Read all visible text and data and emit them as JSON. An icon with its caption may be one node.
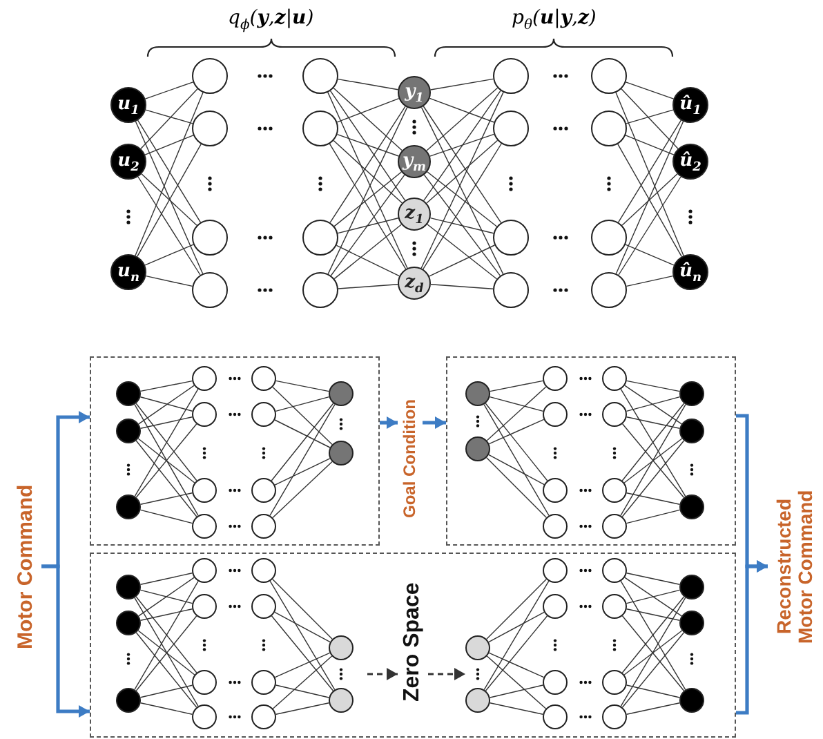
{
  "diagram": {
    "nodes": [
      {
        "text": [
          "u$_{1}$"
        ]
      },
      {
        "text": [
          "u$_{2}$"
        ]
      },
      {
        "text": [
          "u$_{n}$"
        ]
      },
      {
        "text": [],
        "shape": "circle"
      },
      {
        "text": [],
        "shape": "circle"
      },
      {
        "text": [],
        "shape": "circle"
      },
      {
        "text": [],
        "shape": "circle"
      },
      {
        "text": [],
        "shape": "circle"
      },
      {
        "text": [],
        "shape": "circle"
      },
      {
        "text": [],
        "shape": "circle"
      },
      {
        "text": [],
        "shape": "circle"
      },
      {
        "text": [
          "y$_{1}$"
        ]
      },
      {
        "text": [
          "y$_{m}$"
        ]
      },
      {
        "text": [
          "z$_{1}$"
        ]
      },
      {
        "text": [
          "z$_{d}$"
        ]
      },
      {
        "text": [],
        "shape": "circle"
      },
      {
        "text": [],
        "shape": "circle"
      },
      {
        "text": [],
        "shape": "circle"
      },
      {
        "text": [],
        "shape": "circle"
      },
      {
        "text": [],
        "shape": "circle"
      },
      {
        "text": [],
        "shape": "circle"
      },
      {
        "text": [],
        "shape": "circle"
      },
      {
        "text": [],
        "shape": "circle"
      },
      {
        "text": [
          "û$_{1}$"
        ]
      },
      {
        "text": [
          "û$_{2}$"
        ]
      },
      {
        "text": [
          "û$_{n}$"
        ]
      },
      {
        "text": [
          "Motor Command"
        ]
      },
      {
        "text": [],
        "shape": "box"
      },
      {
        "text": [],
        "shape": "circle",
        "in": 27
      },
      {
        "text": [],
        "shape": "circle",
        "in": 27
      },
      {
        "text": [],
        "shape": "circle",
        "in": 27
      },
      {
        "text": [],
        "shape": "circle",
        "in": 27
      },
      {
        "text": [],
        "shape": "circle",
        "in": 27
      },
      {
        "text": [],
        "shape": "circle",
        "in": 27
      },
      {
        "text": [],
        "shape": "circle",
        "in": 27
      },
      {
        "text": [],
        "shape": "circle",
        "in": 27
      },
      {
        "text": [],
        "shape": "circle",
        "in": 27
      },
      {
        "text": [],
        "shape": "circle",
        "in": 27
      },
      {
        "text": [],
        "shape": "circle",
        "in": 27
      },
      {
        "text": [],
        "shape": "circle",
        "in": 27
      },
      {
        "text": [],
        "shape": "circle",
        "in": 27
      },
      {
        "text": [
          "Goal Condition"
        ]
      },
      {
        "text": [],
        "shape": "box"
      },
      {
        "text": [],
        "shape": "circle",
        "in": 42
      },
      {
        "text": [],
        "shape": "circle",
        "in": 42
      },
      {
        "text": [],
        "shape": "circle",
        "in": 42
      },
      {
        "text": [],
        "shape": "circle",
        "in": 42
      },
      {
        "text": [],
        "shape": "circle",
        "in": 42
      },
      {
        "text": [],
        "shape": "circle",
        "in": 42
      },
      {
        "text": [],
        "shape": "circle",
        "in": 42
      },
      {
        "text": [],
        "shape": "circle",
        "in": 42
      },
      {
        "text": [],
        "shape": "circle",
        "in": 42
      },
      {
        "text": [],
        "shape": "circle",
        "in": 42
      },
      {
        "text": [],
        "shape": "circle",
        "in": 42
      },
      {
        "text": [],
        "shape": "circle",
        "in": 42
      },
      {
        "text": [],
        "shape": "circle",
        "in": 42
      },
      {
        "text": [],
        "shape": "box"
      },
      {
        "text": [],
        "shape": "circle",
        "in": 56
      },
      {
        "text": [],
        "shape": "circle",
        "in": 56
      },
      {
        "text": [],
        "shape": "circle",
        "in": 56
      },
      {
        "text": [],
        "shape": "circle",
        "in": 56
      },
      {
        "text": [],
        "shape": "circle",
        "in": 56
      },
      {
        "text": [],
        "shape": "circle",
        "in": 56
      },
      {
        "text": [],
        "shape": "circle",
        "in": 56
      },
      {
        "text": [],
        "shape": "circle",
        "in": 56
      },
      {
        "text": [],
        "shape": "circle",
        "in": 56
      },
      {
        "text": [],
        "shape": "circle",
        "in": 56
      },
      {
        "text": [],
        "shape": "circle",
        "in": 56
      },
      {
        "text": [],
        "shape": "circle",
        "in": 56
      },
      {
        "text": [],
        "shape": "circle",
        "in": 56
      },
      {
        "text": [
          "Zero Space"
        ],
        "in": 56
      },
      {
        "text": [],
        "shape": "circle",
        "in": 56
      },
      {
        "text": [],
        "shape": "circle",
        "in": 56
      },
      {
        "text": [],
        "shape": "circle",
        "in": 56
      },
      {
        "text": [],
        "shape": "circle",
        "in": 56
      },
      {
        "text": [],
        "shape": "circle",
        "in": 56
      },
      {
        "text": [],
        "shape": "circle",
        "in": 56
      },
      {
        "text": [],
        "shape": "circle",
        "in": 56
      },
      {
        "text": [],
        "shape": "circle",
        "in": 56
      },
      {
        "text": [],
        "shape": "circle",
        "in": 56
      },
      {
        "text": [],
        "shape": "circle",
        "in": 56
      },
      {
        "text": [],
        "shape": "circle",
        "in": 56
      },
      {
        "text": [],
        "shape": "circle",
        "in": 56
      },
      {
        "text": [],
        "shape": "circle",
        "in": 56
      },
      {
        "text": [
          "Reconstructed Motor Command"
        ]
      }
    ],
    "edges": [
      {
        "from": 0,
        "to": 3,
        "arrow": "none"
      },
      {
        "from": 0,
        "to": 4,
        "arrow": "none"
      },
      {
        "from": 0,
        "to": 5,
        "arrow": "none"
      },
      {
        "from": 0,
        "to": 6,
        "arrow": "none"
      },
      {
        "from": 1,
        "to": 3,
        "arrow": "none"
      },
      {
        "from": 1,
        "to": 4,
        "arrow": "none"
      },
      {
        "from": 1,
        "to": 5,
        "arrow": "none"
      },
      {
        "from": 1,
        "to": 6,
        "arrow": "none"
      },
      {
        "from": 2,
        "to": 3,
        "arrow": "none"
      },
      {
        "from": 2,
        "to": 4,
        "arrow": "none"
      },
      {
        "from": 2,
        "to": 5,
        "arrow": "none"
      },
      {
        "from": 2,
        "to": 6,
        "arrow": "none"
      },
      {
        "from": 7,
        "to": 11,
        "arrow": "none"
      },
      {
        "from": 7,
        "to": 12,
        "arrow": "none"
      },
      {
        "from": 7,
        "to": 13,
        "arrow": "none"
      },
      {
        "from": 7,
        "to": 14,
        "arrow": "none"
      },
      {
        "from": 8,
        "to": 11,
        "arrow": "none"
      },
      {
        "from": 8,
        "to": 12,
        "arrow": "none"
      },
      {
        "from": 8,
        "to": 13,
        "arrow": "none"
      },
      {
        "from": 8,
        "to": 14,
        "arrow": "none"
      },
      {
        "from": 9,
        "to": 11,
        "arrow": "none"
      },
      {
        "from": 9,
        "to": 12,
        "arrow": "none"
      },
      {
        "from": 9,
        "to": 13,
        "arrow": "none"
      },
      {
        "from": 9,
        "to": 14,
        "arrow": "none"
      },
      {
        "from": 10,
        "to": 11,
        "arrow": "none"
      },
      {
        "from": 10,
        "to": 12,
        "arrow": "none"
      },
      {
        "from": 10,
        "to": 13,
        "arrow": "none"
      },
      {
        "from": 10,
        "to": 14,
        "arrow": "none"
      },
      {
        "from": 11,
        "to": 15,
        "arrow": "none"
      },
      {
        "from": 11,
        "to": 16,
        "arrow": "none"
      },
      {
        "from": 11,
        "to": 17,
        "arrow": "none"
      },
      {
        "from": 11,
        "to": 18,
        "arrow": "none"
      },
      {
        "from": 12,
        "to": 15,
        "arrow": "none"
      },
      {
        "from": 12,
        "to": 16,
        "arrow": "none"
      },
      {
        "from": 12,
        "to": 17,
        "arrow": "none"
      },
      {
        "from": 12,
        "to": 18,
        "arrow": "none"
      },
      {
        "from": 13,
        "to": 15,
        "arrow": "none"
      },
      {
        "from": 13,
        "to": 16,
        "arrow": "none"
      },
      {
        "from": 13,
        "to": 17,
        "arrow": "none"
      },
      {
        "from": 13,
        "to": 18,
        "arrow": "none"
      },
      {
        "from": 14,
        "to": 15,
        "arrow": "none"
      },
      {
        "from": 14,
        "to": 16,
        "arrow": "none"
      },
      {
        "from": 14,
        "to": 17,
        "arrow": "none"
      },
      {
        "from": 14,
        "to": 18,
        "arrow": "none"
      },
      {
        "from": 19,
        "to": 23,
        "arrow": "none"
      },
      {
        "from": 19,
        "to": 24,
        "arrow": "none"
      },
      {
        "from": 19,
        "to": 25,
        "arrow": "none"
      },
      {
        "from": 20,
        "to": 23,
        "arrow": "none"
      },
      {
        "from": 20,
        "to": 24,
        "arrow": "none"
      },
      {
        "from": 20,
        "to": 25,
        "arrow": "none"
      },
      {
        "from": 21,
        "to": 23,
        "arrow": "none"
      },
      {
        "from": 21,
        "to": 24,
        "arrow": "none"
      },
      {
        "from": 21,
        "to": 25,
        "arrow": "none"
      },
      {
        "from": 22,
        "to": 23,
        "arrow": "none"
      },
      {
        "from": 22,
        "to": 24,
        "arrow": "none"
      },
      {
        "from": 22,
        "to": 25,
        "arrow": "none"
      },
      {
        "from": 28,
        "to": 31,
        "arrow": "none"
      },
      {
        "from": 28,
        "to": 32,
        "arrow": "none"
      },
      {
        "from": 28,
        "to": 33,
        "arrow": "none"
      },
      {
        "from": 28,
        "to": 34,
        "arrow": "none"
      },
      {
        "from": 29,
        "to": 31,
        "arrow": "none"
      },
      {
        "from": 29,
        "to": 32,
        "arrow": "none"
      },
      {
        "from": 29,
        "to": 33,
        "arrow": "none"
      },
      {
        "from": 29,
        "to": 34,
        "arrow": "none"
      },
      {
        "from": 30,
        "to": 31,
        "arrow": "none"
      },
      {
        "from": 30,
        "to": 32,
        "arrow": "none"
      },
      {
        "from": 30,
        "to": 33,
        "arrow": "none"
      },
      {
        "from": 30,
        "to": 34,
        "arrow": "none"
      },
      {
        "from": 35,
        "to": 39,
        "arrow": "none"
      },
      {
        "from": 35,
        "to": 40,
        "arrow": "none"
      },
      {
        "from": 36,
        "to": 39,
        "arrow": "none"
      },
      {
        "from": 36,
        "to": 40,
        "arrow": "none"
      },
      {
        "from": 37,
        "to": 39,
        "arrow": "none"
      },
      {
        "from": 37,
        "to": 40,
        "arrow": "none"
      },
      {
        "from": 38,
        "to": 39,
        "arrow": "none"
      },
      {
        "from": 38,
        "to": 40,
        "arrow": "none"
      },
      {
        "from": 43,
        "to": 45,
        "arrow": "none"
      },
      {
        "from": 43,
        "to": 46,
        "arrow": "none"
      },
      {
        "from": 43,
        "to": 47,
        "arrow": "none"
      },
      {
        "from": 43,
        "to": 48,
        "arrow": "none"
      },
      {
        "from": 44,
        "to": 45,
        "arrow": "none"
      },
      {
        "from": 44,
        "to": 46,
        "arrow": "none"
      },
      {
        "from": 44,
        "to": 47,
        "arrow": "none"
      },
      {
        "from": 44,
        "to": 48,
        "arrow": "none"
      },
      {
        "from": 49,
        "to": 53,
        "arrow": "none"
      },
      {
        "from": 49,
        "to": 54,
        "arrow": "none"
      },
      {
        "from": 49,
        "to": 55,
        "arrow": "none"
      },
      {
        "from": 50,
        "to": 53,
        "arrow": "none"
      },
      {
        "from": 50,
        "to": 54,
        "arrow": "none"
      },
      {
        "from": 50,
        "to": 55,
        "arrow": "none"
      },
      {
        "from": 51,
        "to": 53,
        "arrow": "none"
      },
      {
        "from": 51,
        "to": 54,
        "arrow": "none"
      },
      {
        "from": 51,
        "to": 55,
        "arrow": "none"
      },
      {
        "from": 52,
        "to": 53,
        "arrow": "none"
      },
      {
        "from": 52,
        "to": 54,
        "arrow": "none"
      },
      {
        "from": 52,
        "to": 55,
        "arrow": "none"
      },
      {
        "from": 57,
        "to": 60,
        "arrow": "none"
      },
      {
        "from": 57,
        "to": 61,
        "arrow": "none"
      },
      {
        "from": 57,
        "to": 62,
        "arrow": "none"
      },
      {
        "from": 57,
        "to": 63,
        "arrow": "none"
      },
      {
        "from": 58,
        "to": 60,
        "arrow": "none"
      },
      {
        "from": 58,
        "to": 61,
        "arrow": "none"
      },
      {
        "from": 58,
        "to": 62,
        "arrow": "none"
      },
      {
        "from": 58,
        "to": 63,
        "arrow": "none"
      },
      {
        "from": 59,
        "to": 60,
        "arrow": "none"
      },
      {
        "from": 59,
        "to": 61,
        "arrow": "none"
      },
      {
        "from": 59,
        "to": 62,
        "arrow": "none"
      },
      {
        "from": 59,
        "to": 63,
        "arrow": "none"
      },
      {
        "from": 64,
        "to": 68,
        "arrow": "none"
      },
      {
        "from": 64,
        "to": 69,
        "arrow": "none"
      },
      {
        "from": 65,
        "to": 68,
        "arrow": "none"
      },
      {
        "from": 65,
        "to": 69,
        "arrow": "none"
      },
      {
        "from": 66,
        "to": 68,
        "arrow": "none"
      },
      {
        "from": 66,
        "to": 69,
        "arrow": "none"
      },
      {
        "from": 67,
        "to": 68,
        "arrow": "none"
      },
      {
        "from": 67,
        "to": 69,
        "arrow": "none"
      },
      {
        "from": 71,
        "to": 73,
        "arrow": "none"
      },
      {
        "from": 71,
        "to": 74,
        "arrow": "none"
      },
      {
        "from": 71,
        "to": 75,
        "arrow": "none"
      },
      {
        "from": 71,
        "to": 76,
        "arrow": "none"
      },
      {
        "from": 72,
        "to": 73,
        "arrow": "none"
      },
      {
        "from": 72,
        "to": 74,
        "arrow": "none"
      },
      {
        "from": 72,
        "to": 75,
        "arrow": "none"
      },
      {
        "from": 72,
        "to": 76,
        "arrow": "none"
      },
      {
        "from": 77,
        "to": 81,
        "arrow": "none"
      },
      {
        "from": 77,
        "to": 82,
        "arrow": "none"
      },
      {
        "from": 77,
        "to": 83,
        "arrow": "none"
      },
      {
        "from": 78,
        "to": 81,
        "arrow": "none"
      },
      {
        "from": 78,
        "to": 82,
        "arrow": "none"
      },
      {
        "from": 78,
        "to": 83,
        "arrow": "none"
      },
      {
        "from": 79,
        "to": 81,
        "arrow": "none"
      },
      {
        "from": 79,
        "to": 82,
        "arrow": "none"
      },
      {
        "from": 79,
        "to": 83,
        "arrow": "none"
      },
      {
        "from": 80,
        "to": 81,
        "arrow": "none"
      },
      {
        "from": 80,
        "to": 82,
        "arrow": "none"
      },
      {
        "from": 80,
        "to": 83,
        "arrow": "none"
      },
      {
        "from": 26,
        "to": 27,
        "arrow": "to",
        "style": "thick",
        "color": "#3d7cc4"
      },
      {
        "from": 26,
        "to": 56,
        "arrow": "to",
        "style": "thick",
        "color": "#3d7cc4"
      },
      {
        "from": 27,
        "to": 41,
        "arrow": "to",
        "style": "thick",
        "color": "#3d7cc4"
      },
      {
        "from": 41,
        "to": 42,
        "arrow": "to",
        "style": "thick",
        "color": "#3d7cc4"
      },
      {
        "from": null,
        "to": 70,
        "arrow": "to",
        "style": "dashed"
      },
      {
        "from": 70,
        "to": 71,
        "arrow": "to",
        "style": "dashed"
      },
      {
        "from": 42,
        "to": 84,
        "arrow": "to",
        "style": "thick",
        "color": "#3d7cc4"
      },
      {
        "from": 56,
        "to": 84,
        "arrow": "to",
        "style": "thick",
        "color": "#3d7cc4"
      }
    ],
    "labels": [
      "q$_{ϕ}$(**y**,**z**|**u**)",
      "p$_{θ}$(**u**|**y**,**z**)"
    ]
  }
}
